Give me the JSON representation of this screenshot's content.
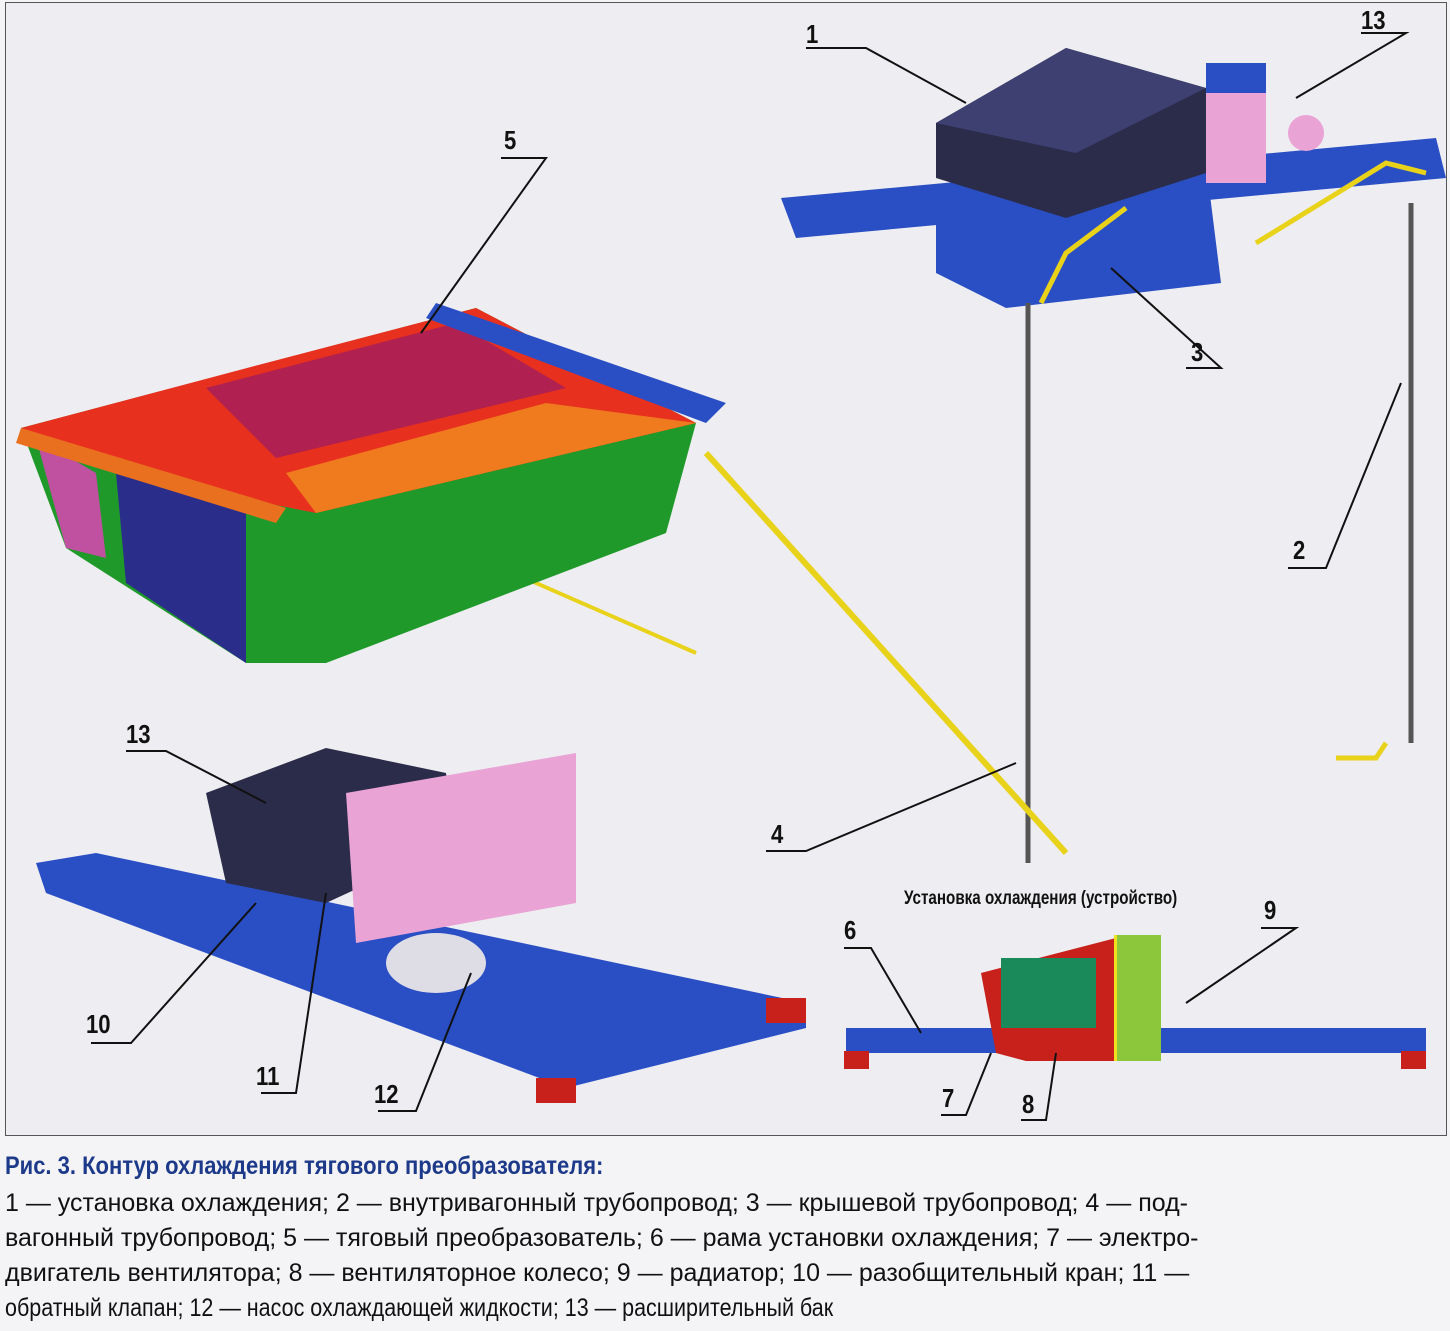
{
  "figure": {
    "subtitle": "Установка охлаждения (устройство)",
    "labels": {
      "l1": "1",
      "l2": "2",
      "l3": "3",
      "l4": "4",
      "l5": "5",
      "l6": "6",
      "l7": "7",
      "l8": "8",
      "l9": "9",
      "l10": "10",
      "l11": "11",
      "l12": "12",
      "l13a": "13",
      "l13b": "13"
    },
    "colors": {
      "frame_blue": "#2a4fc4",
      "pipe_yellow": "#e8d21a",
      "converter_green": "#1f9a2a",
      "converter_red": "#e8301e",
      "radiator_green": "#8cc63a",
      "housing_red": "#c8201a"
    }
  },
  "caption": {
    "title": "Рис. 3. Контур охлаждения тягового преобразователя:",
    "lines": [
      "1 — установка охлаждения; 2 — внутривагонный трубопровод; 3 — крышевой трубопровод; 4 — под-",
      "вагонный трубопровод; 5 — тяговый преобразователь; 6 — рама установки охлаждения; 7 — электро-",
      "двигатель вентилятора; 8 — вентиляторное колесо; 9 — радиатор; 10 — разобщительный кран; 11 —",
      "обратный клапан; 12 — насос охлаждающей жидкости; 13 — расширительный бак"
    ]
  }
}
